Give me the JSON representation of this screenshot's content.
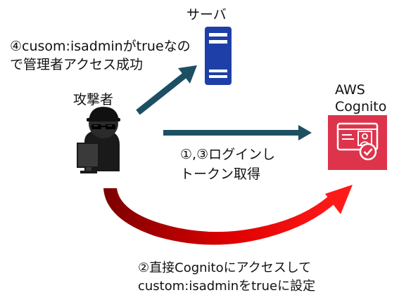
{
  "labels": {
    "server": "サーバ",
    "attacker": "攻撃者",
    "cognito_line1": "AWS",
    "cognito_line2": "Cognito",
    "step4_line1": "④cusom:isadminがtrueなの",
    "step4_line2": "で管理者アクセス成功",
    "step13_line1": "①,③ログインし",
    "step13_line2": "トークン取得",
    "step2_line1": "②直接Cognitoにアクセスして",
    "step2_line2": "custom:isadminをtrueに設定"
  },
  "icons": {
    "server": "server-icon",
    "attacker": "hacker-icon",
    "cognito": "aws-cognito-icon"
  },
  "colors": {
    "server_blue": "#1f3fa8",
    "arrow_teal": "#1d4f63",
    "arrow_red": "#d90000",
    "cognito_red": "#dd344c",
    "attacker_dark": "#1a1a1a"
  }
}
